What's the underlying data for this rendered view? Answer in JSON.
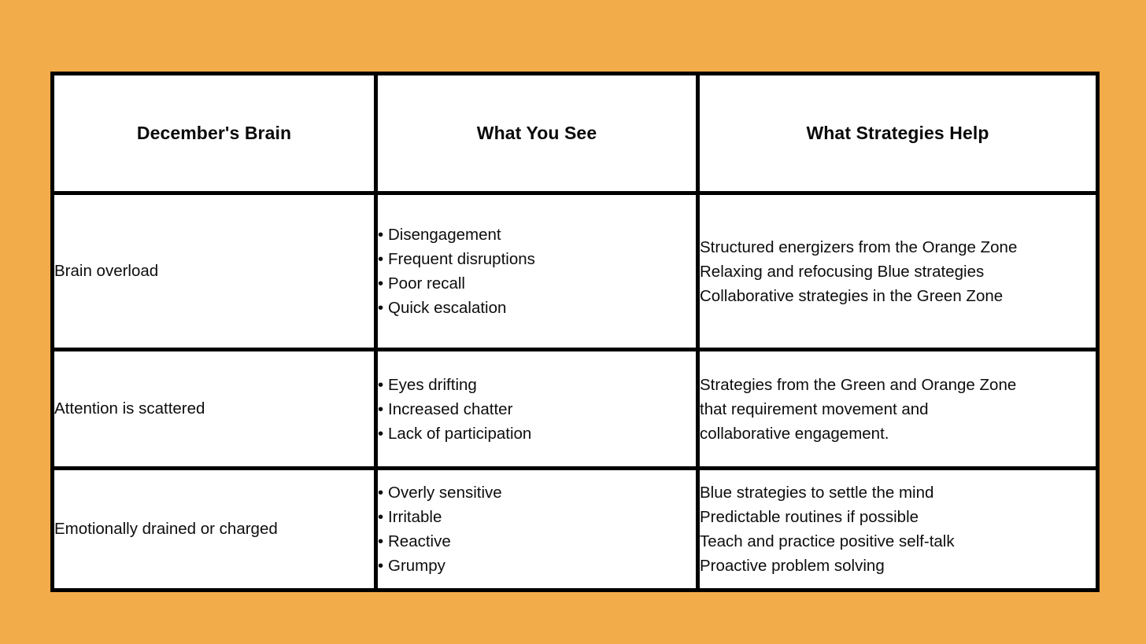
{
  "page": {
    "background_color": "#f3ac4a",
    "table_border_color": "#000000",
    "cell_background_color": "#ffffff",
    "text_color": "#0d0d0d"
  },
  "table": {
    "headers": [
      "December's Brain",
      "What You See",
      "What Strategies Help"
    ],
    "rows": [
      {
        "label": "Brain overload",
        "signs": [
          "Disengagement",
          "Frequent disruptions",
          "Poor recall",
          "Quick escalation"
        ],
        "strategies": [
          "Structured energizers from the Orange Zone",
          "Relaxing and refocusing Blue strategies",
          "Collaborative strategies in the Green Zone"
        ]
      },
      {
        "label": "Attention is scattered",
        "signs": [
          "Eyes drifting",
          "Increased chatter",
          "Lack of participation"
        ],
        "strategies": [
          "Strategies from the Green and Orange Zone",
          "that requirement movement and",
          "collaborative engagement."
        ]
      },
      {
        "label": "Emotionally drained or charged",
        "signs": [
          "Overly sensitive",
          "Irritable",
          "Reactive",
          "Grumpy"
        ],
        "strategies": [
          "Blue strategies to settle the mind",
          "Predictable routines if possible",
          "Teach and practice positive self-talk",
          "Proactive problem solving"
        ]
      }
    ],
    "bullet_glyph": "•"
  }
}
